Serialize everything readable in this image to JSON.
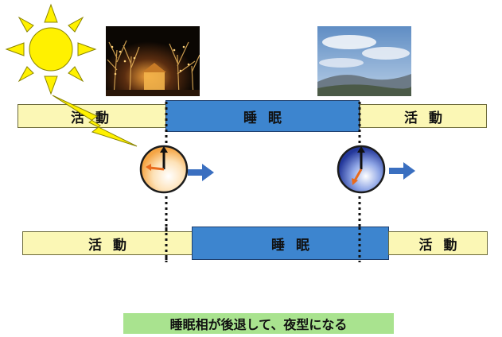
{
  "top_row": {
    "left_label": "活動",
    "middle_label": "睡眠",
    "right_label": "活動"
  },
  "bottom_row": {
    "left_label": "活動",
    "middle_label": "睡眠",
    "right_label": "活動"
  },
  "caption": "睡眠相が後退して、夜型になる",
  "colors": {
    "activity": "#fbf7b5",
    "sleep": "#3d85cf",
    "caption_bg": "#a9e38f",
    "sun": "#fff100",
    "arrow": "#3a6fc0"
  },
  "icons": [
    "sun-icon",
    "lightning-icon",
    "night-photo",
    "sky-photo",
    "evening-clock-icon",
    "morning-clock-icon",
    "shift-arrow-icon"
  ]
}
